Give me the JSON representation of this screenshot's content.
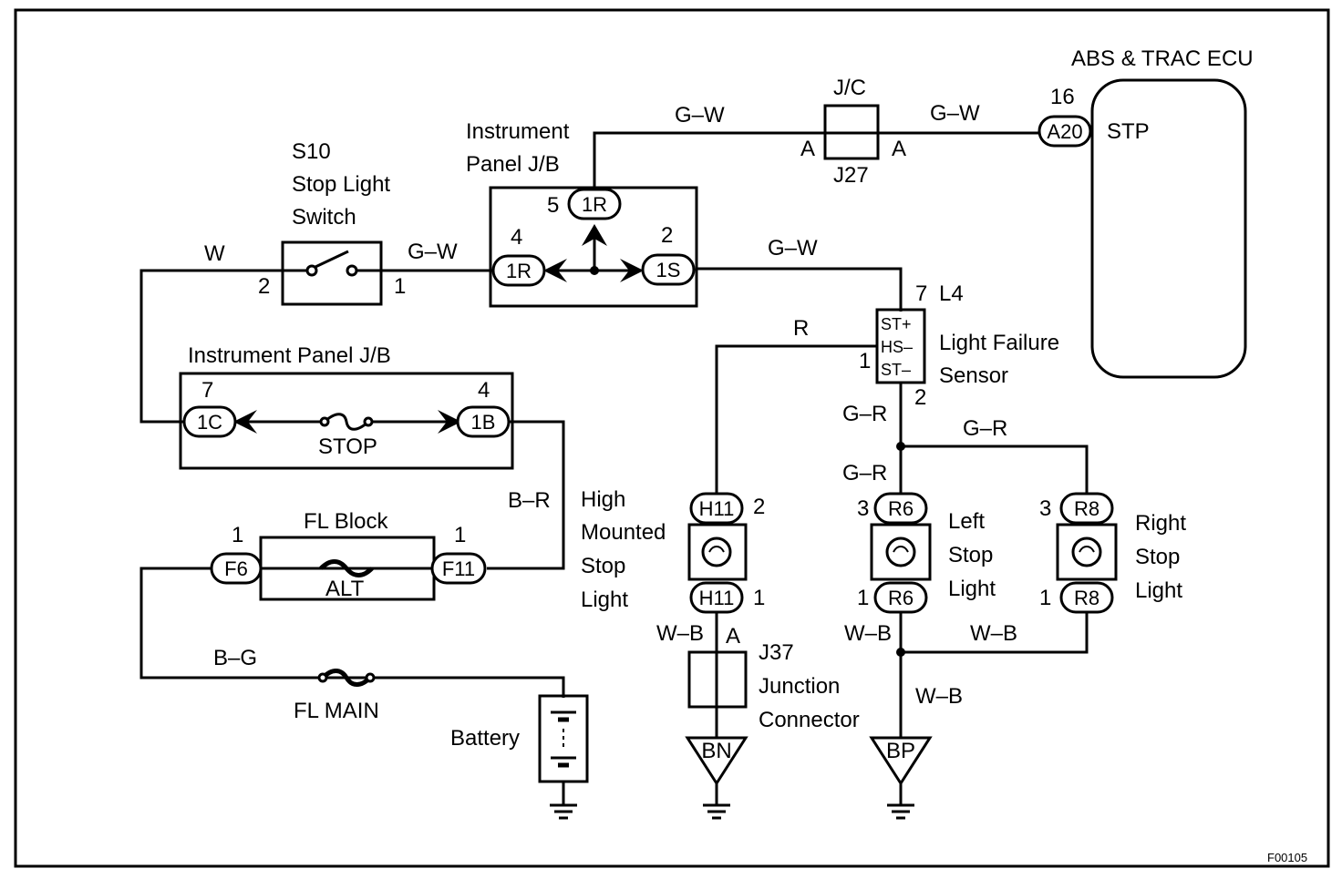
{
  "ecu": {
    "title": "ABS & TRAC ECU",
    "pin_num": "16",
    "pin": "A20",
    "pin_label": "STP"
  },
  "jc": {
    "title": "J/C",
    "name": "J27",
    "pin_left": "A",
    "pin_right": "A"
  },
  "wires": {
    "gw_top_left": "G–W",
    "gw_top_right": "G–W",
    "gw_switch": "G–W",
    "gw_mid": "G–W",
    "w": "W",
    "r": "R",
    "gr_1": "G–R",
    "gr_2": "G–R",
    "gr_3": "G–R",
    "br": "B–R",
    "bg": "B–G",
    "wb_1": "W–B",
    "wb_2": "W–B",
    "wb_3": "W–B",
    "wb_4": "W–B"
  },
  "ipjb_top": {
    "title_line1": "Instrument",
    "title_line2": "Panel J/B",
    "c_top_num": "5",
    "c_top": "1R",
    "c_left_num": "4",
    "c_left": "1R",
    "c_right_num": "2",
    "c_right": "1S"
  },
  "switch": {
    "id": "S10",
    "line1": "Stop Light",
    "line2": "Switch",
    "pin_left": "2",
    "pin_right": "1"
  },
  "ipjb_bottom": {
    "title": "Instrument Panel J/B",
    "c_left_num": "7",
    "c_left": "1C",
    "c_right_num": "4",
    "c_right": "1B",
    "fuse": "STOP"
  },
  "fl_block": {
    "title": "FL Block",
    "c_left_num": "1",
    "c_left": "F6",
    "c_right_num": "1",
    "c_right": "F11",
    "fuse": "ALT"
  },
  "fl_main": "FL MAIN",
  "battery": "Battery",
  "sensor": {
    "id": "L4",
    "line1": "Light Failure",
    "line2": "Sensor",
    "pin7": "7",
    "pin1": "1",
    "pin2": "2",
    "st_plus": "ST+",
    "hs": "HS–",
    "st_minus": "ST–"
  },
  "hmsl": {
    "line1": "High",
    "line2": "Mounted",
    "line3": "Stop",
    "line4": "Light",
    "conn": "H11",
    "pin_top": "2",
    "pin_bottom": "1"
  },
  "left_stop": {
    "line1": "Left",
    "line2": "Stop",
    "line3": "Light",
    "conn": "R6",
    "pin_top": "3",
    "pin_bottom": "1"
  },
  "right_stop": {
    "line1": "Right",
    "line2": "Stop",
    "line3": "Light",
    "conn": "R8",
    "pin_top": "3",
    "pin_bottom": "1"
  },
  "j37": {
    "id": "J37",
    "line1": "Junction",
    "line2": "Connector",
    "pin": "A"
  },
  "grounds": {
    "bn": "BN",
    "bp": "BP"
  },
  "figure_code": "F00105"
}
